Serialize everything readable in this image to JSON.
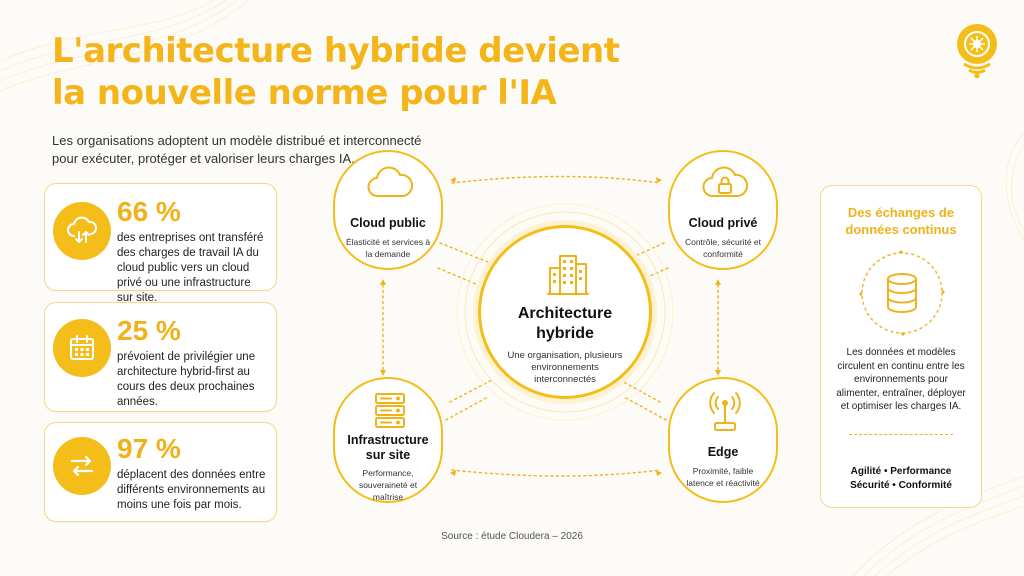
{
  "title": {
    "line1": "L'architecture hybride devient",
    "line2": "la nouvelle norme pour l'IA"
  },
  "subtitle": "Les organisations adoptent un modèle distribué et interconnecté pour exécuter, protéger et valoriser leurs charges IA.",
  "accent_color": "#F4BD1A",
  "stats": [
    {
      "value": "66 %",
      "text": "des entreprises ont transféré des charges de travail IA du cloud public vers un cloud privé ou une infrastructure sur site.",
      "icon": "cloud-transfer-icon"
    },
    {
      "value": "25 %",
      "text": "prévoient de privilégier une architecture hybrid-first au cours des deux prochaines années.",
      "icon": "calendar-icon"
    },
    {
      "value": "97 %",
      "text": "déplacent des données entre différents environnements au moins une fois par mois.",
      "icon": "exchange-arrows-icon"
    }
  ],
  "center": {
    "title_line1": "Architecture",
    "title_line2": "hybride",
    "desc": "Une organisation, plusieurs environnements interconnectés",
    "icon": "building-icon"
  },
  "nodes": {
    "cloud_public": {
      "title": "Cloud public",
      "desc": "Élasticité et services à la demande",
      "icon": "cloud-icon"
    },
    "cloud_prive": {
      "title": "Cloud privé",
      "desc": "Contrôle, sécurité et conformité",
      "icon": "cloud-lock-icon"
    },
    "infra": {
      "title_line1": "Infrastructure",
      "title_line2": "sur site",
      "desc": "Performance, souveraineté et maîtrise",
      "icon": "server-icon"
    },
    "edge": {
      "title": "Edge",
      "desc": "Proximité, faible latence et réactivité",
      "icon": "antenna-icon"
    }
  },
  "exchange": {
    "title": "Des échanges de données continus",
    "text": "Les données et modèles circulent en continu entre les environnements pour alimenter, entraîner, déployer et optimiser les charges IA.",
    "footer_line1": "Agilité • Performance",
    "footer_line2": "Sécurité • Conformité",
    "icon": "database-cycle-icon"
  },
  "source": "Source : étude Cloudera – 2026"
}
